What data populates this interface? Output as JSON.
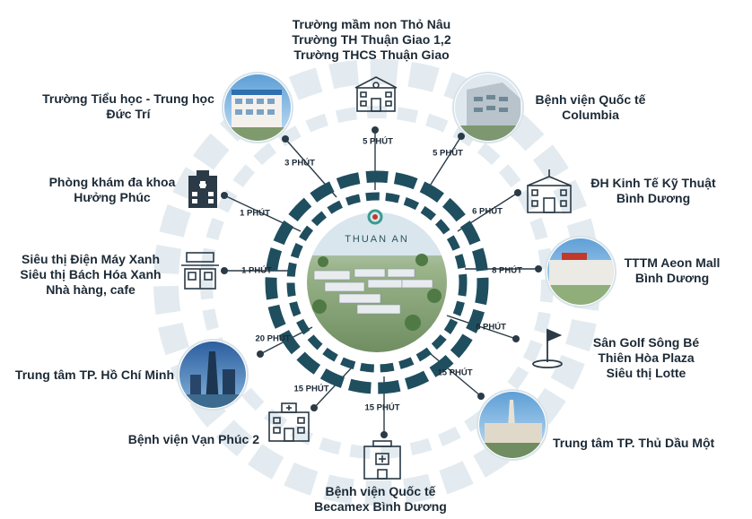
{
  "center": {
    "brand": "THUAN AN"
  },
  "colors": {
    "ring": "#1f4e5f",
    "line": "#2a3a46",
    "accent": "#3b9a8f"
  },
  "destinations": [
    {
      "id": "school-tho-nau",
      "lines": [
        "Trường mầm non Thỏ Nâu",
        "Trường TH Thuận Giao 1,2",
        "Trường THCS Thuận Giao"
      ],
      "time": "5 PHÚT",
      "icon": "school-building-icon"
    },
    {
      "id": "columbia-hospital",
      "lines": [
        "Bệnh viện Quốc tế",
        "Columbia"
      ],
      "time": "5 PHÚT",
      "icon": "hospital-photo"
    },
    {
      "id": "university",
      "lines": [
        "ĐH Kinh Tế Kỹ Thuật",
        "Bình Dương"
      ],
      "time": "6 PHÚT",
      "icon": "university-icon"
    },
    {
      "id": "aeon-mall",
      "lines": [
        "TTTM Aeon Mall",
        "Bình Dương"
      ],
      "time": "8 PHÚT",
      "icon": "mall-photo"
    },
    {
      "id": "golf",
      "lines": [
        "Sân Golf Sông Bé",
        "Thiên Hòa Plaza",
        "Siêu thị Lotte"
      ],
      "time": "8 PHÚT",
      "icon": "golf-flag-icon"
    },
    {
      "id": "thu-dau-mot",
      "lines": [
        "Trung tâm TP. Thủ Dầu Một"
      ],
      "time": "15 PHÚT",
      "icon": "thu-dau-mot-photo"
    },
    {
      "id": "becamex-hospital",
      "lines": [
        "Bệnh viện Quốc tế",
        "Becamex Bình Dương"
      ],
      "time": "15 PHÚT",
      "icon": "hospital-building-icon"
    },
    {
      "id": "van-phuc",
      "lines": [
        "Bệnh viện Vạn Phúc 2"
      ],
      "time": "15 PHÚT",
      "icon": "clinic-building-icon"
    },
    {
      "id": "hcmc",
      "lines": [
        "Trung tâm TP. Hồ Chí Minh"
      ],
      "time": "20 PHÚT",
      "icon": "city-skyline-photo"
    },
    {
      "id": "supermarket",
      "lines": [
        "Siêu thị Điện Máy Xanh",
        "Siêu thị Bách Hóa Xanh",
        "Nhà hàng, cafe"
      ],
      "time": "1 PHÚT",
      "icon": "shop-icon"
    },
    {
      "id": "clinic",
      "lines": [
        "Phòng khám đa khoa",
        "Hưởng Phúc"
      ],
      "time": "1 PHÚT",
      "icon": "clinic-icon"
    },
    {
      "id": "duc-tri",
      "lines": [
        "Trường Tiểu học - Trung học",
        "Đức Trí"
      ],
      "time": "3 PHÚT",
      "icon": "school-photo"
    }
  ]
}
